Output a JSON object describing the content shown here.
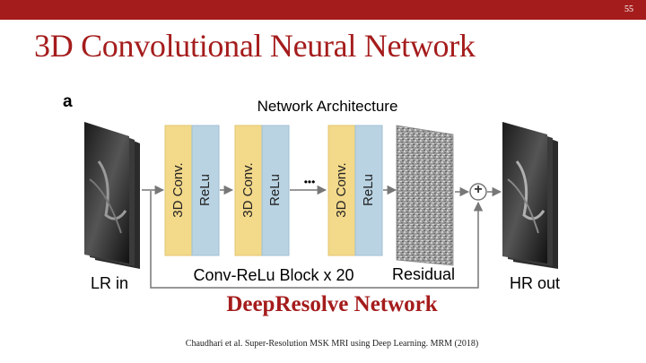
{
  "slide": {
    "number": "55",
    "title": "3D Convolutional Neural Network",
    "subtitle": "DeepResolve Network",
    "citation": "Chaudhari et al. Super-Resolution MSK MRI using Deep Learning. MRM (2018)"
  },
  "figure": {
    "panel_label": "a",
    "arch_title": "Network Architecture",
    "input_label": "LR in",
    "output_label": "HR out",
    "block_label": "Conv-ReLu Block x 20",
    "residual_label": "Residual",
    "ellipsis": "•••",
    "sum_symbol": "+",
    "blocks": [
      {
        "conv": "3D Conv.",
        "relu": "ReLu"
      },
      {
        "conv": "3D Conv.",
        "relu": "ReLu"
      },
      {
        "conv": "3D Conv.",
        "relu": "ReLu"
      }
    ],
    "colors": {
      "accent": "#a51c1c",
      "conv": "#f3d98a",
      "relu": "#b9d3e3",
      "arrow": "#777777"
    }
  }
}
